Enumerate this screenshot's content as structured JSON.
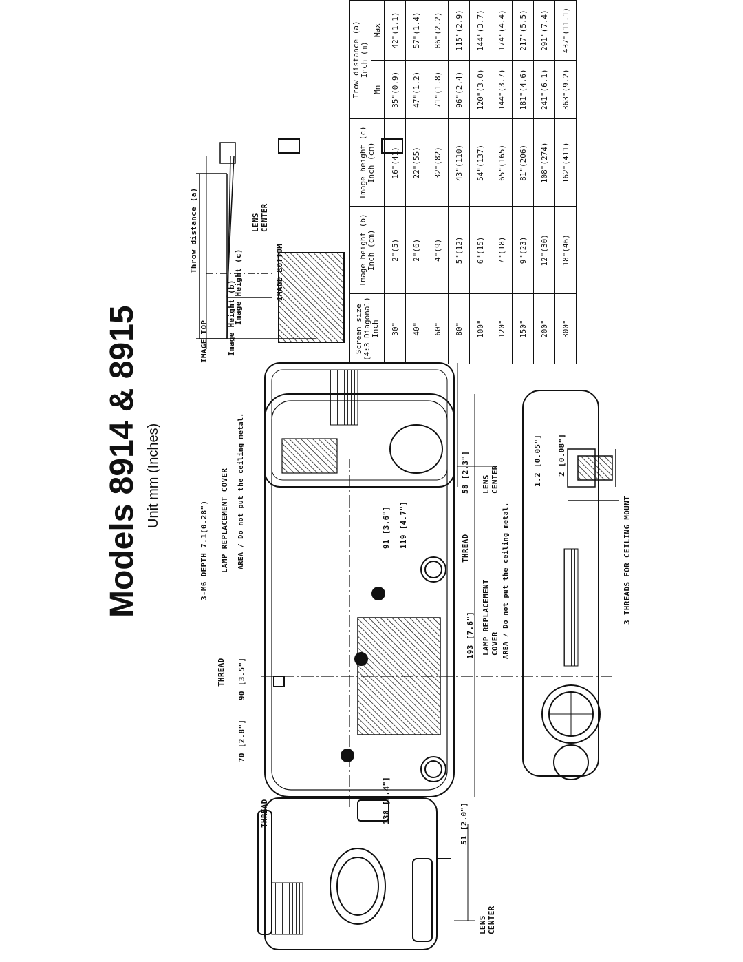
{
  "title": "Models 8914 & 8915",
  "subtitle": "Unit mm (Inches)",
  "labels": {
    "thread_1": "THREAD",
    "thread_2": "THREAD",
    "thread_3": "THREAD",
    "m6_depth": "3-M6 DEPTH 7.1(0.28\")",
    "lamp_cover_1": "LAMP REPLACEMENT COVER",
    "lamp_cover_2_line1": "LAMP REPLACEMENT",
    "lamp_cover_2_line2": "COVER",
    "area_note_1": "AREA / Do not put the ceiling metal.",
    "area_note_2": "AREA / Do not put the ceiling metal.",
    "lens_center_1_line1": "LENS",
    "lens_center_1_line2": "CENTER",
    "lens_center_2_line1": "LENS",
    "lens_center_2_line2": "CENTER",
    "lens_center_3_line1": "LENS",
    "lens_center_3_line2": "CENTER",
    "ceiling_mount": "3 THREADS FOR CEILING MOUNT",
    "image_top": "IMAGE TOP",
    "image_bottom": "IMAGE BOTTOM",
    "image_height_b": "Image Height (b)",
    "image_height_c": "Image Height (c)",
    "throw_distance": "Throw distance (a)",
    "dim_70": "70 [2.8\"]",
    "dim_90": "90 [3.5\"]",
    "dim_193": "193 [7.6\"]",
    "dim_138": "138 [5.4\"]",
    "dim_119": "119 [4.7\"]",
    "dim_91": "91 [3.6\"]",
    "dim_51": "51 [2.0\"]",
    "dim_58": "58 [2.3\"]",
    "dim_12": "1.2 [0.05\"]",
    "dim_2": "2 [0.08\"]"
  },
  "table": {
    "headers": {
      "screen": [
        "Screen size",
        "(4:3 Diagonal)",
        "Inch"
      ],
      "height_b": [
        "Image height (b)",
        "Inch (cm)"
      ],
      "height_c": [
        "Image height (c)",
        "Inch (cm)"
      ],
      "throw": [
        "Trow distance (a)",
        "Inch (m)"
      ],
      "min": "Mn",
      "max": "Max"
    },
    "rows": [
      {
        "screen": "30\"",
        "b": "2\"(5)",
        "c": "16\"(41)",
        "min": "35\"(0.9)",
        "max": "42\"(1.1)"
      },
      {
        "screen": "40\"",
        "b": "2\"(6)",
        "c": "22\"(55)",
        "min": "47\"(1.2)",
        "max": "57\"(1.4)"
      },
      {
        "screen": "60\"",
        "b": "4\"(9)",
        "c": "32\"(82)",
        "min": "71\"(1.8)",
        "max": "86\"(2.2)"
      },
      {
        "screen": "80\"",
        "b": "5\"(12)",
        "c": "43\"(110)",
        "min": "96\"(2.4)",
        "max": "115\"(2.9)"
      },
      {
        "screen": "100\"",
        "b": "6\"(15)",
        "c": "54\"(137)",
        "min": "120\"(3.0)",
        "max": "144\"(3.7)"
      },
      {
        "screen": "120\"",
        "b": "7\"(18)",
        "c": "65\"(165)",
        "min": "144\"(3.7)",
        "max": "174\"(4.4)"
      },
      {
        "screen": "150\"",
        "b": "9\"(23)",
        "c": "81\"(206)",
        "min": "181\"(4.6)",
        "max": "217\"(5.5)"
      },
      {
        "screen": "200\"",
        "b": "12\"(30)",
        "c": "108\"(274)",
        "min": "241\"(6.1)",
        "max": "291\"(7.4)"
      },
      {
        "screen": "300\"",
        "b": "18\"(46)",
        "c": "162\"(411)",
        "min": "363\"(9.2)",
        "max": "437\"(11.1)"
      }
    ]
  }
}
